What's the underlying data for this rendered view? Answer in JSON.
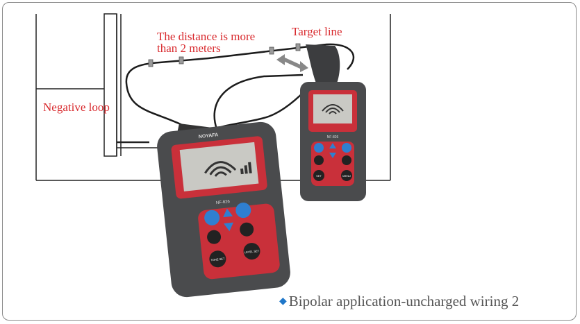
{
  "labels": {
    "distance_line1": "The distance is more",
    "distance_line2": "than 2 meters",
    "target": "Target line",
    "negative": "Negative loop"
  },
  "caption": {
    "bullet": "◆",
    "text": "Bipolar application-uncharged wiring 2"
  },
  "device_large": {
    "brand": "NOYAFA",
    "model": "NF-826",
    "btn_left": "TONE SET",
    "btn_right": "LEVEL SET"
  },
  "device_small": {
    "model": "NF-826",
    "btn_left": "SET",
    "btn_right": "MENU"
  },
  "colors": {
    "label_red": "#d8282c",
    "device_red": "#c9303a",
    "device_gray": "#4a4b4d",
    "button_blue": "#2f7fd0"
  }
}
